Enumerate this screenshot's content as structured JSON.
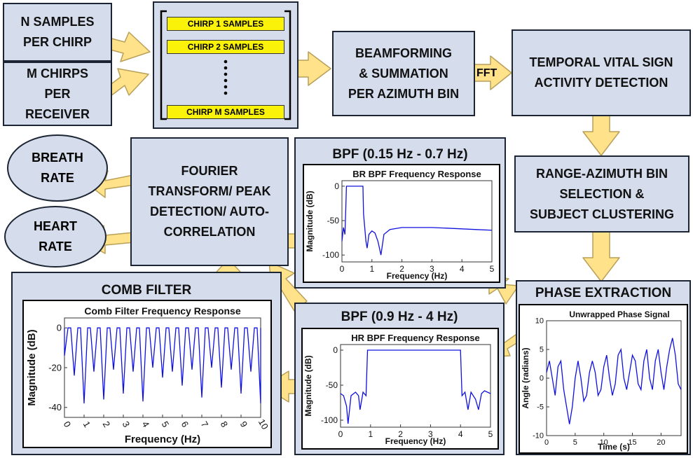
{
  "colors": {
    "box_fill": "#d5dceb",
    "border": "#1c2533",
    "arrow_fill": "#ffe28a",
    "arrow_stroke": "#b9a05a",
    "chirp_fill": "#fbf20a",
    "trace": "#1010e0"
  },
  "boxes": {
    "n_samples": [
      "N SAMPLES",
      "PER CHIRP"
    ],
    "m_chirps": [
      "M CHIRPS",
      "PER",
      "RECEIVER"
    ],
    "beamforming": [
      "BEAMFORMING",
      "& SUMMATION",
      "PER AZIMUTH BIN"
    ],
    "temporal": [
      "TEMPORAL VITAL SIGN",
      "ACTIVITY DETECTION"
    ],
    "range_azimuth": [
      "RANGE-AZIMUTH BIN",
      "SELECTION &",
      "SUBJECT CLUSTERING"
    ],
    "fourier": [
      "FOURIER",
      "TRANSFORM/ PEAK",
      "DETECTION/ AUTO-",
      "CORRELATION"
    ],
    "breath": [
      "BREATH",
      "RATE"
    ],
    "heart": [
      "HEART",
      "RATE"
    ]
  },
  "chirps": [
    "CHIRP 1 SAMPLES",
    "CHIRP 2 SAMPLES",
    "CHIRP M SAMPLES"
  ],
  "fft_label": "FFT",
  "panels": {
    "comb": "COMB FILTER",
    "br_bpf": "BPF (0.15 Hz - 0.7 Hz)",
    "hr_bpf": "BPF (0.9 Hz - 4 Hz)",
    "phase": "PHASE EXTRACTION"
  },
  "chart_data": [
    {
      "type": "line",
      "title": "Comb Filter Frequency Response",
      "xlabel": "Frequency (Hz)",
      "ylabel": "Magnitude (dB)",
      "xlim": [
        0,
        10
      ],
      "ylim": [
        -45,
        5
      ],
      "xticks": [
        0,
        1,
        2,
        3,
        4,
        5,
        6,
        7,
        8,
        9,
        10
      ],
      "yticks": [
        0,
        -20,
        -40
      ],
      "notch_spacing": 0.5,
      "notch_depths": [
        -14,
        -24,
        -38,
        -22,
        -36,
        -21,
        -33,
        -22,
        -37,
        -20,
        -25,
        -22,
        -29,
        -21,
        -35,
        -20,
        -30,
        -21,
        -33,
        -22,
        -38
      ],
      "series": [
        {
          "values_passband": 0
        }
      ]
    },
    {
      "type": "line",
      "title": "BR BPF Frequency Response",
      "xlabel": "Frequency (Hz)",
      "ylabel": "Magnitude (dB)",
      "xlim": [
        0,
        5
      ],
      "ylim": [
        -110,
        8
      ],
      "xticks": [
        0,
        1,
        2,
        3,
        4,
        5
      ],
      "yticks": [
        0,
        -50,
        -100
      ],
      "series": [
        {
          "x": [
            0,
            0.05,
            0.1,
            0.13,
            0.15,
            0.7,
            0.72,
            0.8,
            0.84,
            0.9,
            1.0,
            1.1,
            1.2,
            1.3,
            1.4,
            1.6,
            2.0,
            2.5,
            3.0,
            3.5,
            4.0,
            4.5,
            5.0
          ],
          "y": [
            -80,
            -60,
            -70,
            -30,
            0,
            0,
            -40,
            -80,
            -90,
            -70,
            -65,
            -68,
            -80,
            -100,
            -70,
            -63,
            -60,
            -60,
            -60,
            -61,
            -62,
            -63,
            -64
          ]
        }
      ]
    },
    {
      "type": "line",
      "title": "HR BPF Frequency Response",
      "xlabel": "Frequency (Hz)",
      "ylabel": "Magnitude (dB)",
      "xlim": [
        0,
        5
      ],
      "ylim": [
        -110,
        8
      ],
      "xticks": [
        0,
        1,
        2,
        3,
        4,
        5
      ],
      "yticks": [
        0,
        -50,
        -100
      ],
      "series": [
        {
          "x": [
            0,
            0.1,
            0.2,
            0.25,
            0.35,
            0.5,
            0.6,
            0.65,
            0.75,
            0.85,
            0.9,
            4.0,
            4.05,
            4.15,
            4.25,
            4.35,
            4.5,
            4.6,
            4.7,
            4.8,
            5.0
          ],
          "y": [
            -62,
            -65,
            -80,
            -105,
            -65,
            -60,
            -65,
            -85,
            -60,
            -65,
            0,
            0,
            -65,
            -60,
            -85,
            -60,
            -70,
            -85,
            -62,
            -58,
            -62
          ]
        }
      ]
    },
    {
      "type": "line",
      "title": "Unwrapped Phase Signal",
      "xlabel": "Time (s)",
      "ylabel": "Angle (radians)",
      "xlim": [
        0,
        23.5
      ],
      "ylim": [
        -10,
        10
      ],
      "xticks": [
        0,
        5,
        10,
        15,
        20
      ],
      "yticks": [
        10,
        5,
        0,
        -5,
        -10
      ],
      "series": [
        {
          "x": [
            0,
            0.5,
            1.0,
            1.5,
            2.0,
            2.5,
            3.0,
            3.5,
            4.0,
            4.5,
            5.0,
            5.5,
            6.0,
            6.5,
            7.0,
            7.5,
            8.0,
            8.5,
            9.0,
            9.5,
            10.0,
            10.5,
            11.0,
            11.5,
            12.0,
            12.5,
            13.0,
            13.5,
            14.0,
            14.5,
            15.0,
            15.5,
            16.0,
            16.5,
            17.0,
            17.5,
            18.0,
            18.5,
            19.0,
            19.5,
            20.0,
            20.5,
            21.0,
            21.5,
            22.0,
            22.5,
            23.0,
            23.5
          ],
          "y": [
            1,
            3,
            0,
            -3,
            2,
            3,
            -2,
            -5,
            -8,
            -5,
            0,
            3,
            0,
            -4,
            -3,
            1,
            3,
            1,
            -3,
            -2,
            2,
            4,
            0,
            -3,
            -1,
            4,
            5,
            0,
            -2,
            1,
            4,
            3,
            -1,
            -2,
            3,
            5,
            0,
            -2,
            3,
            5,
            1,
            -2,
            2,
            5,
            7,
            4,
            -1,
            -2
          ]
        }
      ]
    }
  ]
}
